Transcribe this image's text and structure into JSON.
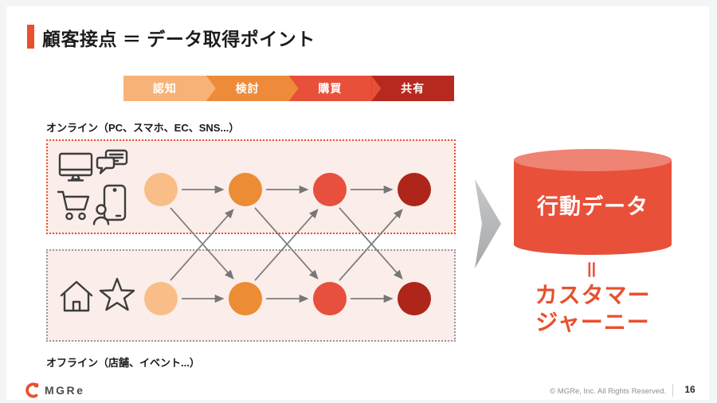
{
  "slide": {
    "title": "顧客接点 ＝ データ取得ポイント",
    "accent_color": "#E8502F"
  },
  "funnel": {
    "stages": [
      {
        "label": "認知",
        "color": "#F7B377"
      },
      {
        "label": "検討",
        "color": "#EE8B3B"
      },
      {
        "label": "購買",
        "color": "#E8503A"
      },
      {
        "label": "共有",
        "color": "#B7291F"
      }
    ]
  },
  "online_row": {
    "label": "オンライン（PC、スマホ、EC、SNS...）",
    "border_color": "#E8502F",
    "background": "#FBEDE9",
    "icons": [
      "desktop-monitor-icon",
      "chat-bubbles-icon",
      "shopping-cart-icon",
      "mobile-user-icon"
    ]
  },
  "offline_row": {
    "label": "オフライン（店舗、イベント...）",
    "border_color": "#9A9A9A",
    "background": "#FBEDE9",
    "icons": [
      "home-icon",
      "star-icon"
    ]
  },
  "journey_nodes": {
    "colors": [
      "#F9BE87",
      "#EC8C35",
      "#E6503C",
      "#AE251A"
    ]
  },
  "result": {
    "database_label": "行動データ",
    "equals_symbol": "＝",
    "caption_line1": "カスタマー",
    "caption_line2": "ジャーニー",
    "database_color": "#E8503A",
    "database_top_color": "#EF8374",
    "caption_color": "#E8502F"
  },
  "footer": {
    "logo_text": "MGRe",
    "copyright": "© MGRe, Inc. All Rights Reserved.",
    "page_number": "16"
  }
}
